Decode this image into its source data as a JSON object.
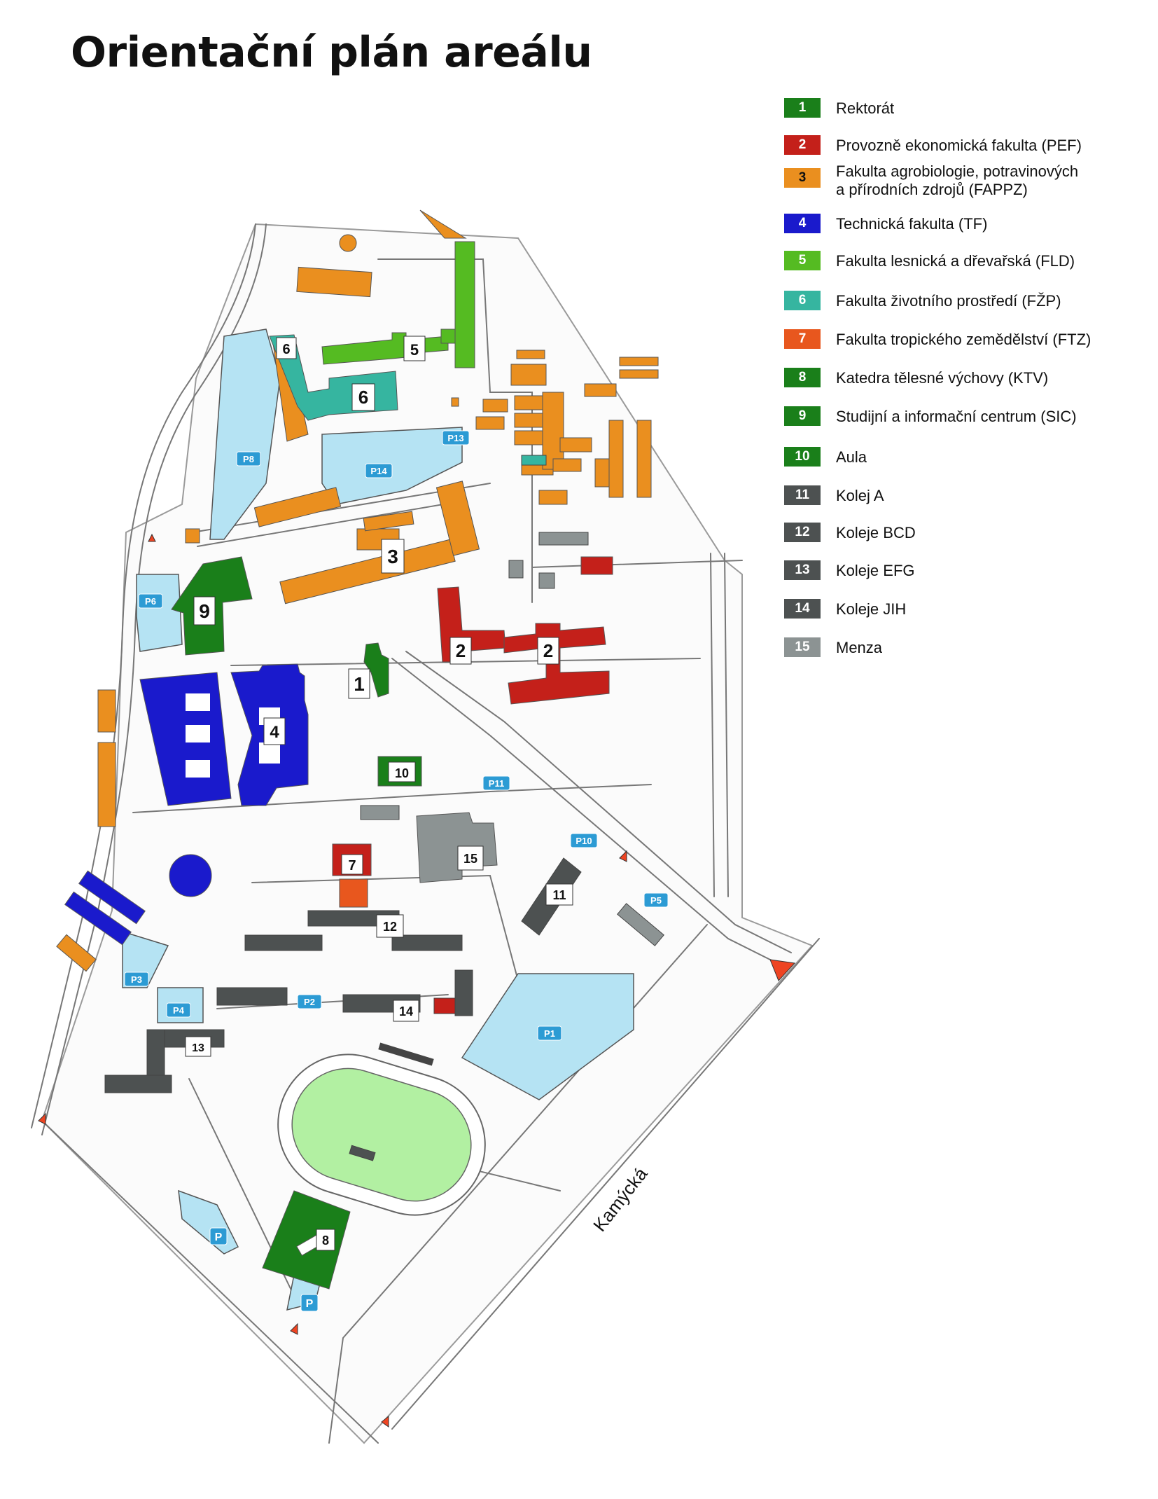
{
  "title": "Orientační plán areálu",
  "colors": {
    "green_dark": "#1a7f1a",
    "red": "#c4201a",
    "orange": "#ea8f1f",
    "blue": "#1a1acc",
    "green_light": "#55bb22",
    "teal": "#36b5a0",
    "orange_red": "#e8571e",
    "gray_dark": "#4d5151",
    "gray_light": "#8c9393",
    "parking": "#b5e3f3",
    "parking_badge": "#2c9bd4",
    "field": "#b2f0a2",
    "road": "#ffffff",
    "outline": "#555555"
  },
  "legend": [
    {
      "number": "1",
      "label": "Rektorát",
      "color": "#1a7f1a"
    },
    {
      "number": "2",
      "label": "Provozně ekonomická fakulta (PEF)",
      "color": "#c4201a"
    },
    {
      "number": "3",
      "label": "Fakulta agrobiologie, potravinových",
      "label2": "a přírodních zdrojů (FAPPZ)",
      "color": "#ea8f1f"
    },
    {
      "number": "4",
      "label": "Technická fakulta (TF)",
      "color": "#1a1acc"
    },
    {
      "number": "5",
      "label": "Fakulta lesnická a dřevařská (FLD)",
      "color": "#55bb22"
    },
    {
      "number": "6",
      "label": "Fakulta životního prostředí (FŽP)",
      "color": "#36b5a0"
    },
    {
      "number": "7",
      "label": "Fakulta tropického zemědělství (FTZ)",
      "color": "#e8571e"
    },
    {
      "number": "8",
      "label": "Katedra tělesné výchovy (KTV)",
      "color": "#1a7f1a"
    },
    {
      "number": "9",
      "label": "Studijní a informační centrum (SIC)",
      "color": "#1a7f1a"
    },
    {
      "number": "10",
      "label": "Aula",
      "color": "#1a7f1a"
    },
    {
      "number": "11",
      "label": "Kolej A",
      "color": "#4d5151"
    },
    {
      "number": "12",
      "label": "Koleje BCD",
      "color": "#4d5151"
    },
    {
      "number": "13",
      "label": "Koleje EFG",
      "color": "#4d5151"
    },
    {
      "number": "14",
      "label": "Koleje JIH",
      "color": "#4d5151"
    },
    {
      "number": "15",
      "label": "Menza",
      "color": "#8c9393"
    }
  ],
  "map": {
    "building_labels": [
      "1",
      "2",
      "2",
      "3",
      "4",
      "5",
      "6",
      "6",
      "7",
      "8",
      "9",
      "10",
      "11",
      "12",
      "13",
      "14",
      "15"
    ],
    "parking_labels": [
      "P1",
      "P2",
      "P3",
      "P4",
      "P5",
      "P6",
      "P8",
      "P10",
      "P11",
      "P13",
      "P14",
      "P",
      "P"
    ],
    "street_label": "Kamýcká"
  }
}
